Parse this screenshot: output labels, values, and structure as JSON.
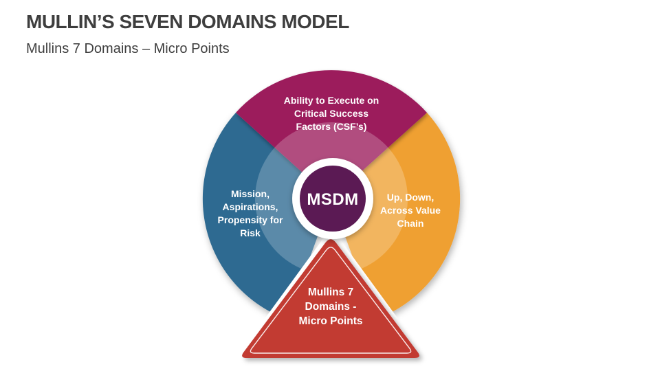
{
  "slide": {
    "title": "MULLIN’S SEVEN DOMAINS MODEL",
    "subtitle": "Mullins 7 Domains – Micro Points"
  },
  "colors": {
    "title_text": "#3E3E3E",
    "segment_top": "#9C1A5B",
    "segment_left": "#2F6B91",
    "segment_right": "#EFA033",
    "center_circle": "#5B1A54",
    "triangle": "#C23B33",
    "label_text": "#FFFFFF"
  },
  "diagram": {
    "center_label": "MSDM",
    "segment_top": {
      "line1": "Ability to Execute on",
      "line2": "Critical Success",
      "line3": "Factors (CSF’s)"
    },
    "segment_left": {
      "line1": "Mission,",
      "line2": "Aspirations,",
      "line3": "Propensity for",
      "line4": "Risk"
    },
    "segment_right": {
      "line1": "Up, Down,",
      "line2": "Across Value",
      "line3": "Chain"
    },
    "triangle": {
      "line1": "Mullins 7",
      "line2": "Domains -",
      "line3": "Micro Points"
    }
  }
}
